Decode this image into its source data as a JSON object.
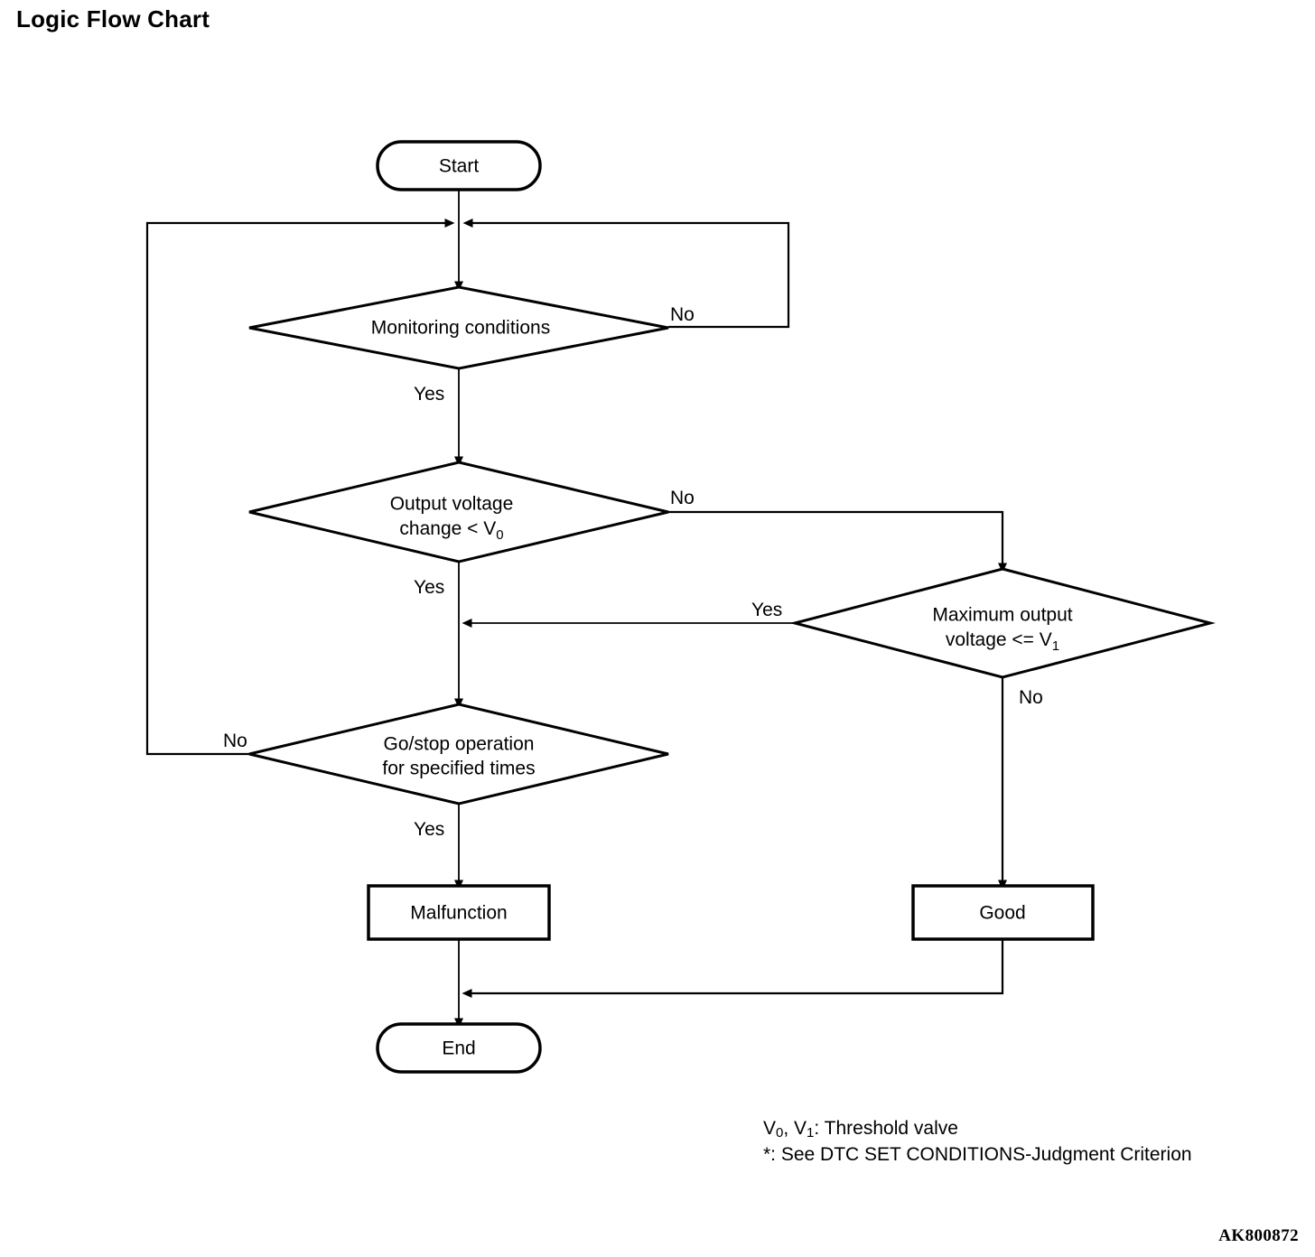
{
  "page": {
    "title": "Logic Flow Chart",
    "reference_code": "AK800872"
  },
  "footnotes": {
    "threshold_prefix": "V",
    "line1": "V0, V1: Threshold valve",
    "line2": "*: See DTC SET CONDITIONS-Judgment Criterion"
  },
  "chart_data": {
    "type": "diagram",
    "title": "Logic Flow Chart",
    "nodes": [
      {
        "id": "start",
        "shape": "terminator",
        "label": "Start"
      },
      {
        "id": "monitoring",
        "shape": "decision",
        "label": "Monitoring conditions"
      },
      {
        "id": "output_voltage",
        "shape": "decision",
        "label_line1": "Output voltage",
        "label_line2": "change < V",
        "label_sub": "0"
      },
      {
        "id": "max_voltage",
        "shape": "decision",
        "label_line1": "Maximum output",
        "label_line2": "voltage <= V",
        "label_sub": "1"
      },
      {
        "id": "go_stop",
        "shape": "decision",
        "label_line1": "Go/stop operation",
        "label_line2": "for specified times"
      },
      {
        "id": "malfunction",
        "shape": "process",
        "label": "Malfunction"
      },
      {
        "id": "good",
        "shape": "process",
        "label": "Good"
      },
      {
        "id": "end",
        "shape": "terminator",
        "label": "End"
      }
    ],
    "edges": [
      {
        "from": "start",
        "to": "monitoring",
        "label": ""
      },
      {
        "from": "monitoring",
        "to": "monitoring",
        "label": "No"
      },
      {
        "from": "monitoring",
        "to": "output_voltage",
        "label": "Yes"
      },
      {
        "from": "output_voltage",
        "to": "max_voltage",
        "label": "No"
      },
      {
        "from": "output_voltage",
        "to": "go_stop",
        "label": "Yes"
      },
      {
        "from": "max_voltage",
        "to": "go_stop",
        "label": "Yes"
      },
      {
        "from": "max_voltage",
        "to": "good",
        "label": "No"
      },
      {
        "from": "go_stop",
        "to": "monitoring",
        "label": "No"
      },
      {
        "from": "go_stop",
        "to": "malfunction",
        "label": "Yes"
      },
      {
        "from": "malfunction",
        "to": "end",
        "label": ""
      },
      {
        "from": "good",
        "to": "end",
        "label": ""
      }
    ]
  },
  "labels": {
    "start": "Start",
    "end": "End",
    "monitoring": "Monitoring conditions",
    "output_voltage_l1": "Output voltage",
    "output_voltage_l2": "change < V",
    "output_voltage_sub": "0",
    "max_voltage_l1": "Maximum output",
    "max_voltage_l2": "voltage <= V",
    "max_voltage_sub": "1",
    "go_stop_l1": "Go/stop operation",
    "go_stop_l2": "for specified times",
    "malfunction": "Malfunction",
    "good": "Good",
    "no_monitoring": "No",
    "yes_monitoring": "Yes",
    "no_output_voltage": "No",
    "yes_output_voltage": "Yes",
    "yes_max_voltage": "Yes",
    "no_max_voltage": "No",
    "no_go_stop": "No",
    "yes_go_stop": "Yes"
  }
}
